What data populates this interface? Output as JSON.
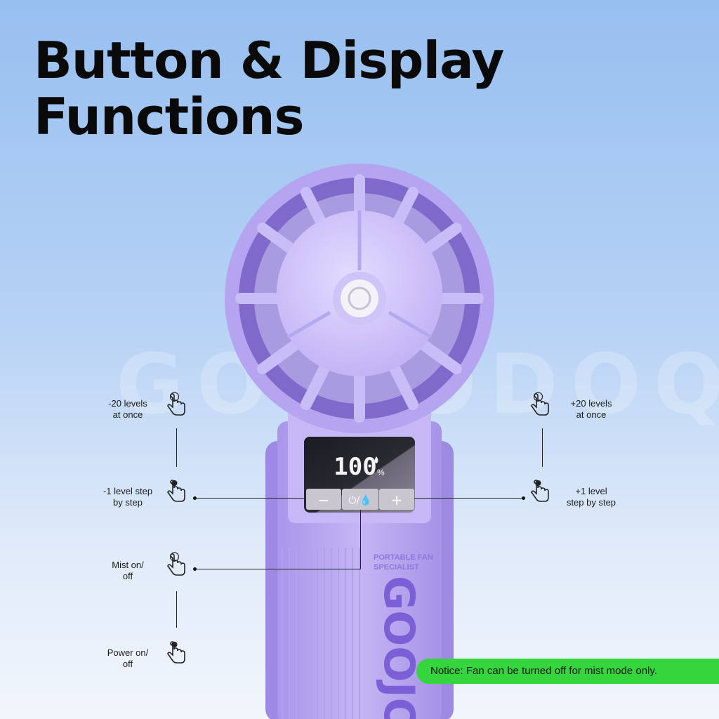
{
  "title": {
    "line1": "Button & Display",
    "line2": "Functions"
  },
  "watermark": "GOOJODOQ",
  "device": {
    "display_reading": "100",
    "display_unit": "%",
    "brand_tagline_line1": "PORTABLE FAN",
    "brand_tagline_line2": "SPECIALIST",
    "brand_logo": "GOOJO",
    "buttons": {
      "minus": "−",
      "plus": "+",
      "power_mist": "⏻/💧"
    },
    "colors": {
      "body": "#b7a6ef",
      "accent": "#8f7be0",
      "logo": "#7b5fd6"
    }
  },
  "callouts": {
    "minus_hold": {
      "line1": "-20 levels",
      "line2": "at once"
    },
    "minus_tap": {
      "line1": "-1 level step",
      "line2": "by step"
    },
    "mist": {
      "line1": "Mist on/",
      "line2": "off"
    },
    "power": {
      "line1": "Power on/",
      "line2": "off"
    },
    "plus_hold": {
      "line1": "+20 levels",
      "line2": "at once"
    },
    "plus_tap": {
      "line1": "+1 level",
      "line2": "step by step"
    }
  },
  "icons": {
    "hand_hold": "hand-hold-icon",
    "hand_tap": "hand-tap-icon"
  },
  "notice": "Notice: Fan can be turned off for mist mode only."
}
